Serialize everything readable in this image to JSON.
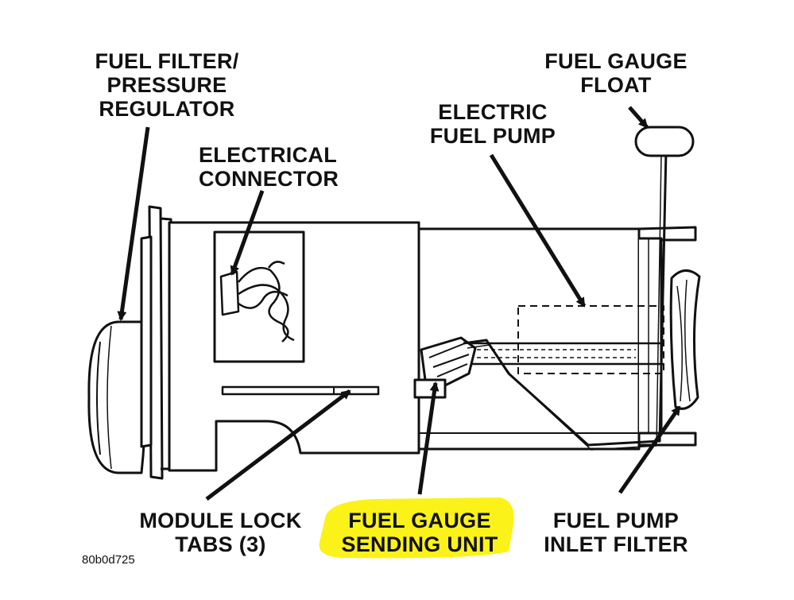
{
  "labels": {
    "filter": {
      "line1": "FUEL FILTER/",
      "line2": "PRESSURE",
      "line3": "REGULATOR"
    },
    "elec": {
      "line1": "ELECTRICAL",
      "line2": "CONNECTOR"
    },
    "pump": {
      "line1": "ELECTRIC",
      "line2": "FUEL PUMP"
    },
    "float": {
      "line1": "FUEL GAUGE",
      "line2": "FLOAT"
    },
    "tabs": {
      "line1": "MODULE LOCK",
      "line2": "TABS (3)"
    },
    "sending": {
      "line1": "FUEL GAUGE",
      "line2": "SENDING UNIT"
    },
    "inlet": {
      "line1": "FUEL PUMP",
      "line2": "INLET FILTER"
    }
  },
  "figure_code": "80b0d725",
  "colors": {
    "ink": "#111111",
    "highlight": "#fbf21a",
    "paper": "#ffffff"
  }
}
